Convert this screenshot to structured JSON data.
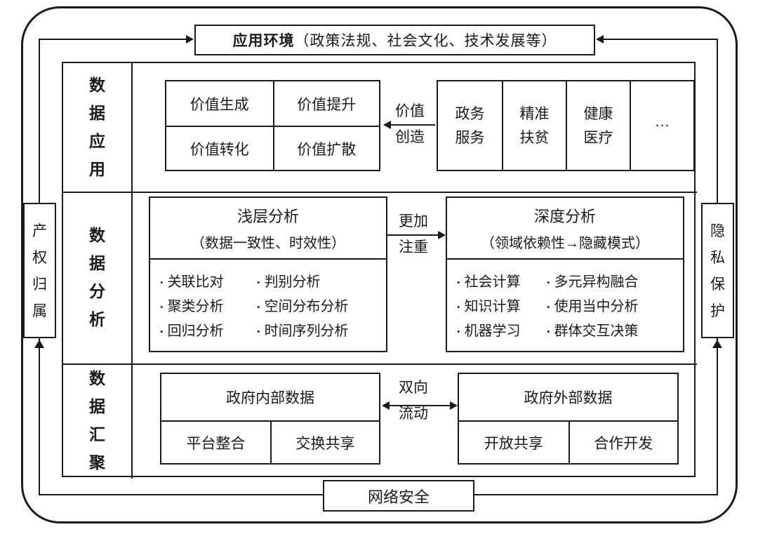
{
  "colors": {
    "ink": "#1a1a1a",
    "paper": "#ffffff"
  },
  "environment": {
    "title_bold": "应用环境",
    "title_rest": "（政策法规、社会文化、技术发展等）"
  },
  "side": {
    "left_label": "产权归属",
    "right_label": "隐私保护",
    "bottom_label": "网络安全"
  },
  "row_labels": {
    "application": "数据应用",
    "analysis": "数据分析",
    "aggregation": "数据汇聚"
  },
  "application": {
    "value_cells": [
      "价值生成",
      "价值提升",
      "价值转化",
      "价值扩散"
    ],
    "arrow_label": "价值创造",
    "domains": [
      "政务服务",
      "精准扶贫",
      "健康医疗",
      "···"
    ]
  },
  "analysis": {
    "arrow_label": "更加注重",
    "shallow": {
      "title": "浅层分析",
      "subtitle": "（数据一致性、时效性）",
      "bullets_left": [
        "关联比对",
        "聚类分析",
        "回归分析"
      ],
      "bullets_right": [
        "判别分析",
        "空间分布分析",
        "时间序列分析"
      ]
    },
    "deep": {
      "title": "深度分析",
      "subtitle": "（领域依赖性→隐藏模式）",
      "bullets_left": [
        "社会计算",
        "知识计算",
        "机器学习"
      ],
      "bullets_right": [
        "多元异构融合",
        "使用当中分析",
        "群体交互决策"
      ]
    }
  },
  "aggregation": {
    "arrow_label": "双向流动",
    "internal": {
      "title": "政府内部数据",
      "cells": [
        "平台整合",
        "交换共享"
      ]
    },
    "external": {
      "title": "政府外部数据",
      "cells": [
        "开放共享",
        "合作开发"
      ]
    }
  }
}
